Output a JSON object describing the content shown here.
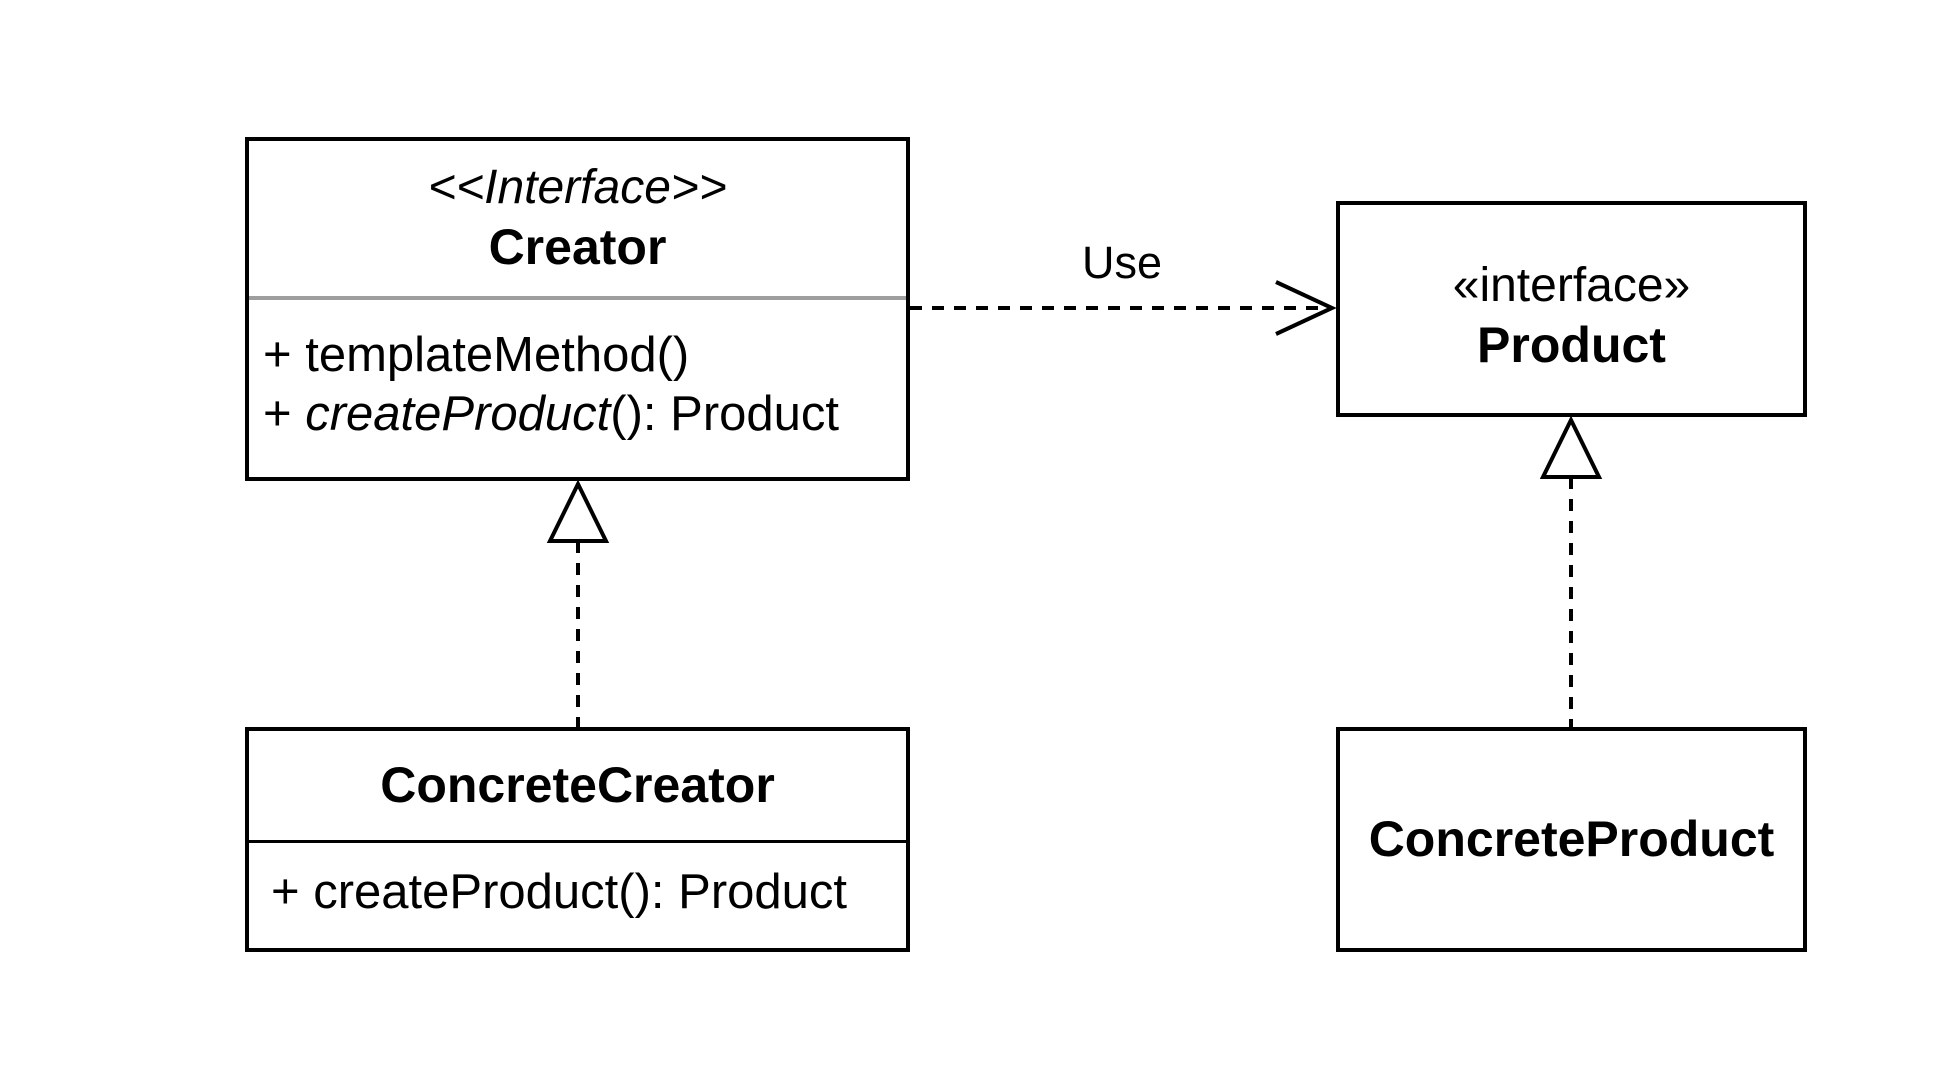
{
  "creator": {
    "stereotype": "<<Interface>>",
    "name": "Creator",
    "members": [
      {
        "prefix": "+ ",
        "name": "templateMethod",
        "suffix": "()"
      },
      {
        "prefix": "+ ",
        "name": "createProduct",
        "suffix": "(): Product"
      }
    ]
  },
  "product": {
    "stereotype": "«interface»",
    "name": "Product"
  },
  "concrete_creator": {
    "name": "ConcreteCreator",
    "members": [
      {
        "text": "+ createProduct(): Product"
      }
    ]
  },
  "concrete_product": {
    "name": "ConcreteProduct"
  },
  "relations": {
    "use_label": "Use"
  },
  "colors": {
    "line": "#000000",
    "compartment_divider": "#9e9e9e",
    "background": "#ffffff"
  }
}
